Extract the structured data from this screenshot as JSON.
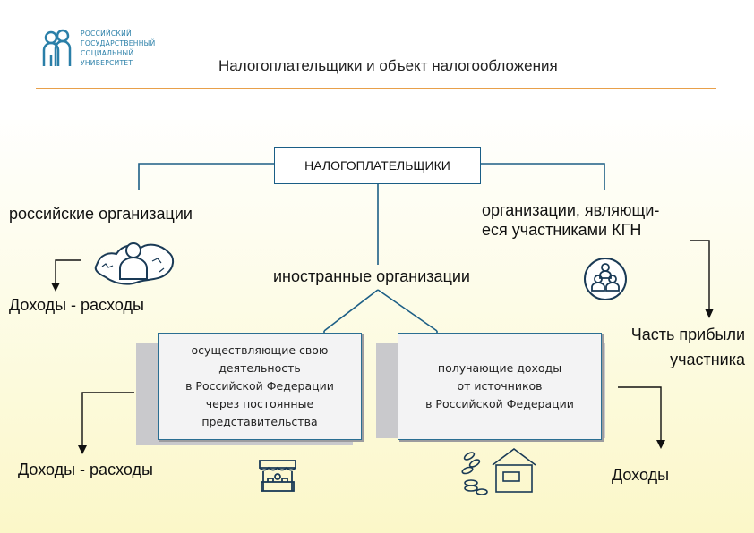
{
  "logo": {
    "lines": [
      "Российский",
      "государственный",
      "социальный",
      "университет"
    ]
  },
  "header": {
    "title": "Налогоплательщики и объект налогообложения"
  },
  "diagram": {
    "root": "НАЛОГОПЛАТЕЛЬЩИКИ",
    "russian_orgs": "российские организации",
    "kgn_orgs": "организации, являющи-\nеся участниками КГН",
    "foreign_orgs": "иностранные организации",
    "income_expenses_1": "Доходы - расходы",
    "income_expenses_2": "Доходы - расходы",
    "profit_part": "Часть прибыли\nучастника",
    "income": "Доходы",
    "card_left": "осуществляющие свою\nдеятельность\nв Российской Федерации\nчерез постоянные\nпредставительства",
    "card_right": "получающие доходы\nот источников\nв Российской Федерации"
  },
  "colors": {
    "accent_rule": "#e8a04a",
    "box_border": "#1a5e86",
    "connector": "#1d5f86",
    "logo": "#2a7fa8"
  },
  "icons": [
    "logo-people-icon",
    "russia-map-person-icon",
    "group-people-icon",
    "market-stall-icon",
    "coins-house-icon"
  ]
}
